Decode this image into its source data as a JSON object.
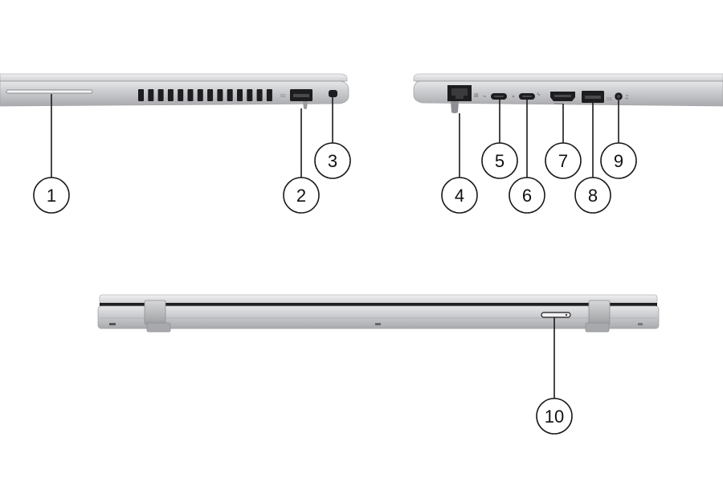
{
  "title": "Laptop ports and slots diagram",
  "colors": {
    "chassis_light": "#d9dadc",
    "chassis_mid": "#b9babd",
    "chassis_dark": "#8a8b8e",
    "port_black": "#1d1d1f",
    "line": "#1a1a1a"
  },
  "views": {
    "left_side": {
      "label": "left-side-view"
    },
    "right_side": {
      "label": "right-side-view"
    },
    "rear": {
      "label": "rear-view"
    }
  },
  "callouts": [
    {
      "id": "smart-card-slot",
      "number": "1"
    },
    {
      "id": "usb-a-port-left",
      "number": "2"
    },
    {
      "id": "security-lock-slot",
      "number": "3"
    },
    {
      "id": "ethernet-port",
      "number": "4"
    },
    {
      "id": "usb-c-port-1",
      "number": "5"
    },
    {
      "id": "usb-c-thunderbolt-port",
      "number": "6"
    },
    {
      "id": "hdmi-port",
      "number": "7"
    },
    {
      "id": "usb-a-port-right",
      "number": "8"
    },
    {
      "id": "audio-jack",
      "number": "9"
    },
    {
      "id": "nano-sim-slot",
      "number": "10"
    }
  ]
}
